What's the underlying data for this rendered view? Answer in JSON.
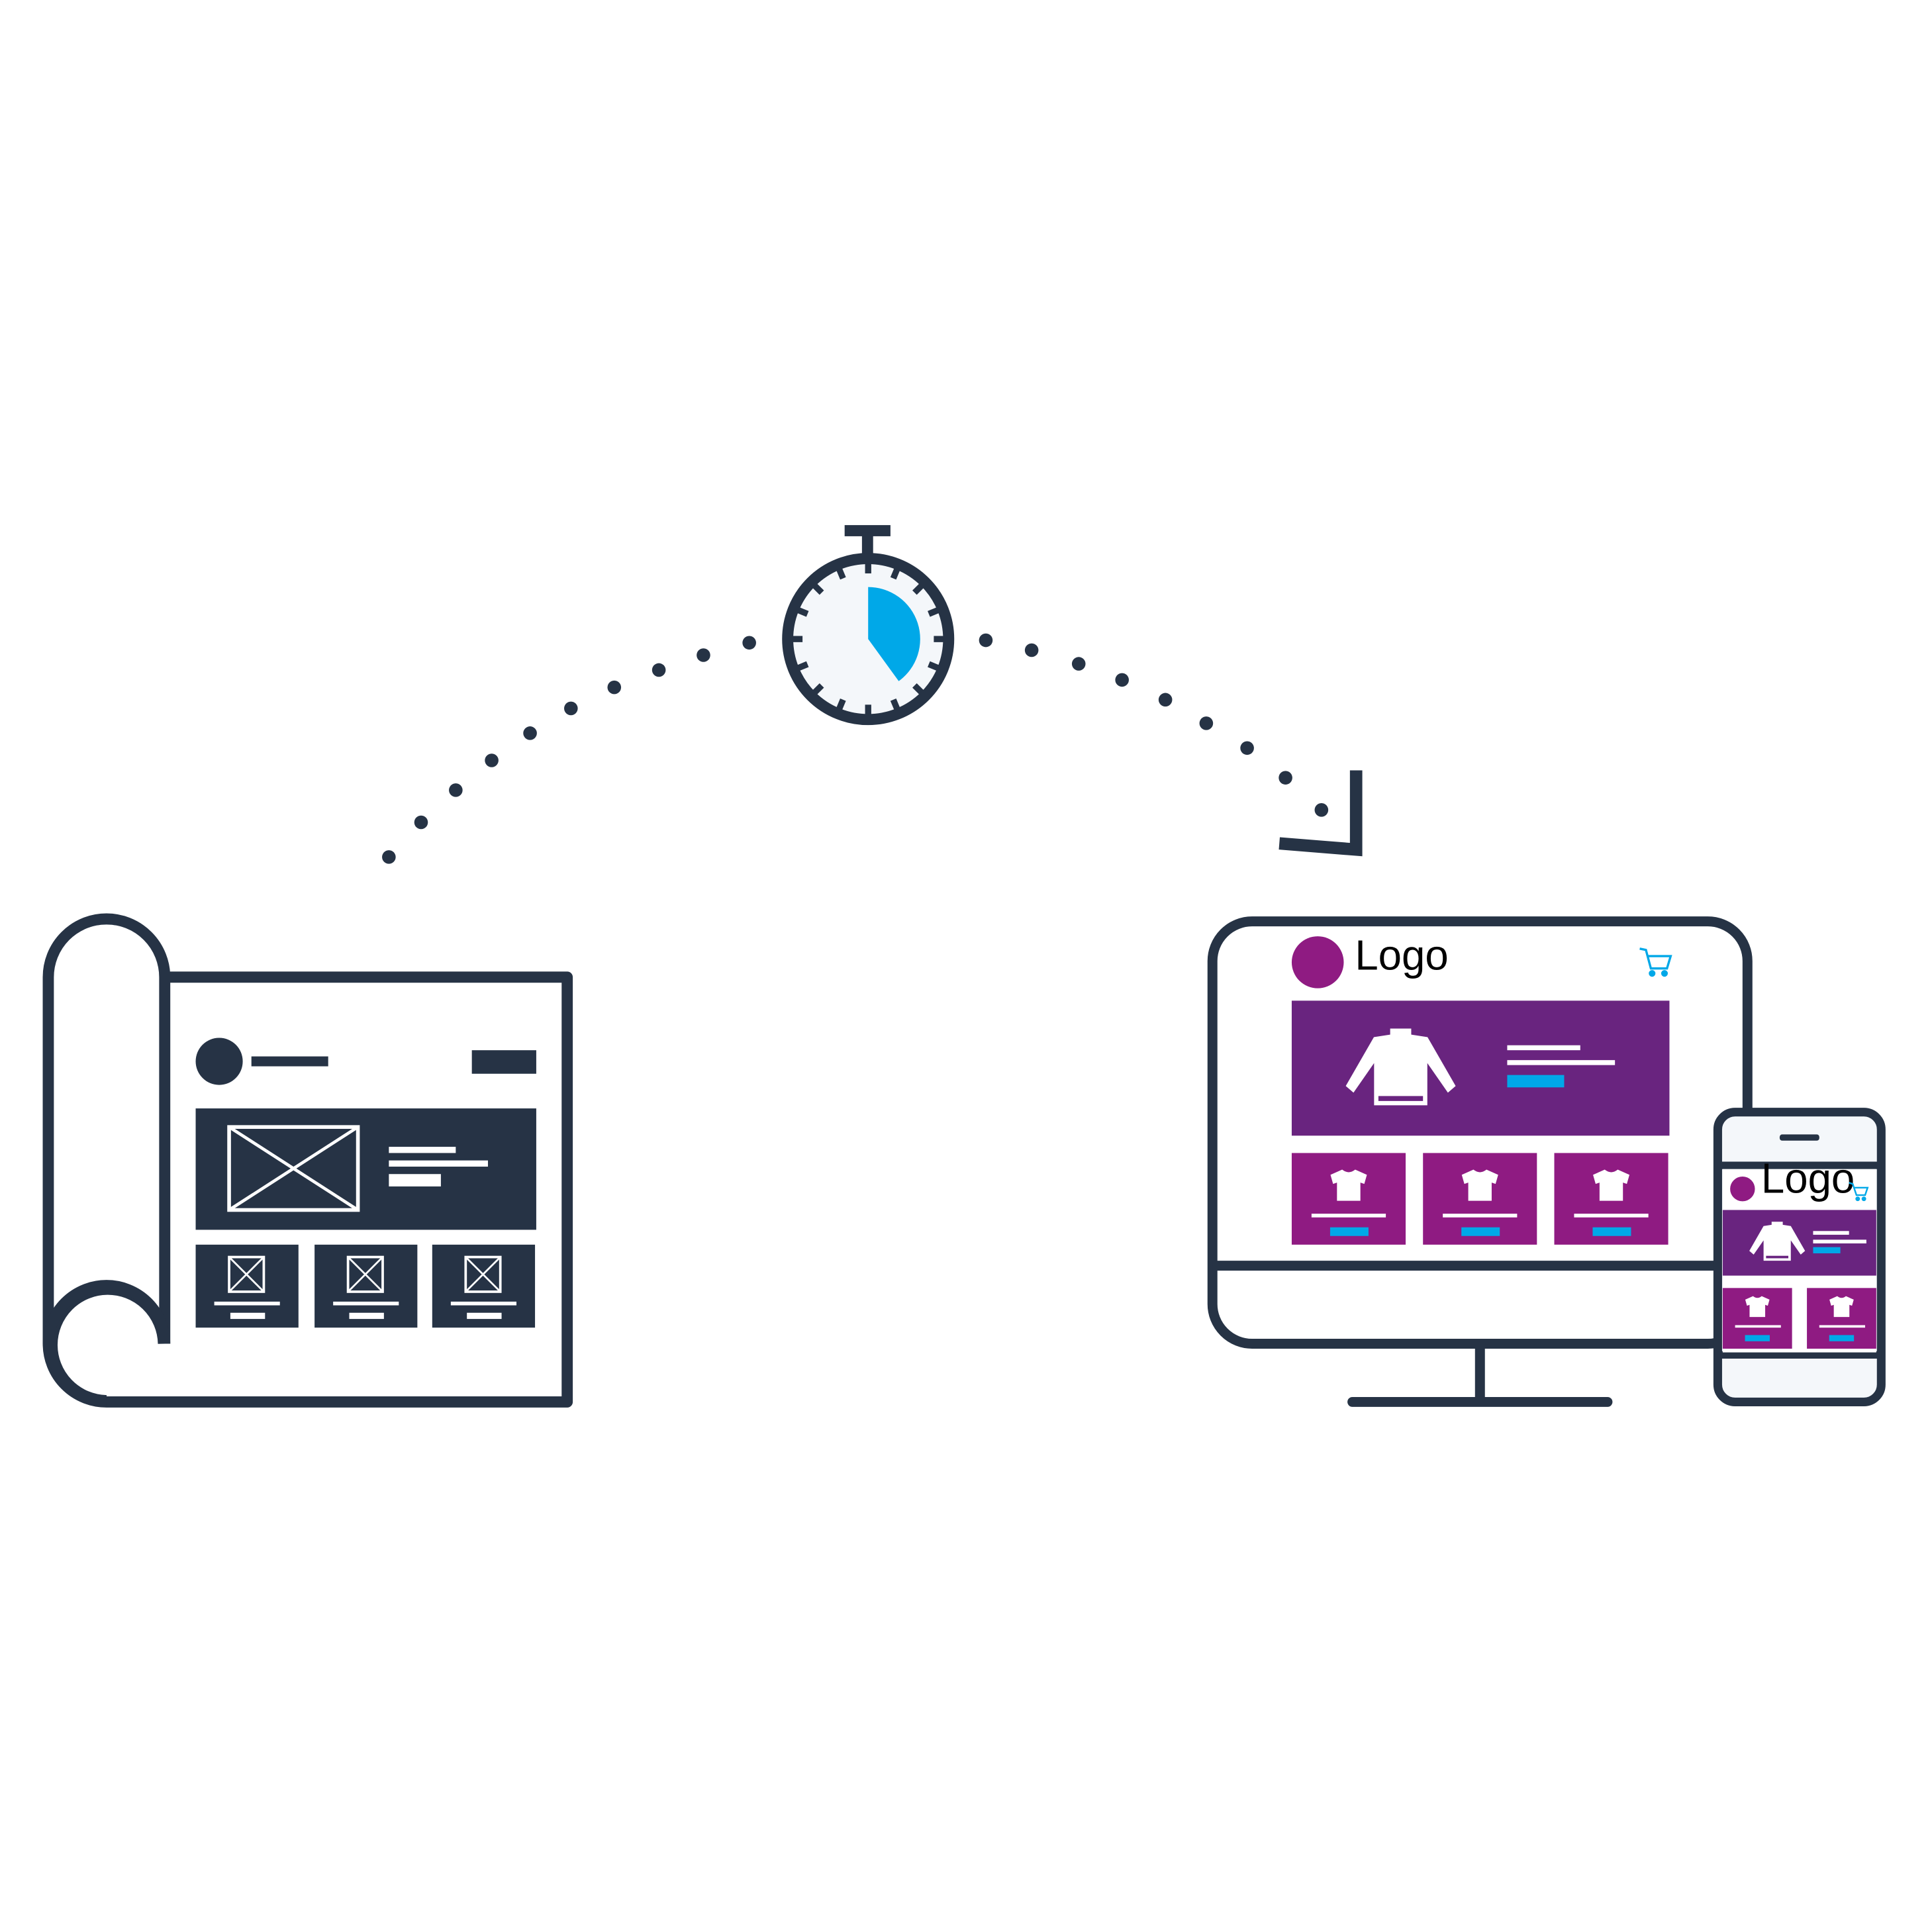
{
  "colors": {
    "navy": "#263345",
    "purple_dark": "#69247f",
    "purple_light": "#8f1b82",
    "cyan": "#00a8e8",
    "screen_bg": "#f4f7fa",
    "white": "#ffffff"
  },
  "stopwatch": {
    "icon": "stopwatch-icon",
    "elapsed_fraction": 0.4
  },
  "blueprint": {
    "icon": "blueprint-scroll-icon"
  },
  "desktop": {
    "logo_text": "Logo",
    "cart_icon": "cart-icon",
    "hero_icon": "sweater-icon",
    "product_icon": "tshirt-icon",
    "product_count": 3
  },
  "phone": {
    "logo_text": "Logo",
    "cart_icon": "cart-icon",
    "hero_icon": "sweater-icon",
    "product_icon": "tshirt-icon",
    "product_count": 2
  }
}
